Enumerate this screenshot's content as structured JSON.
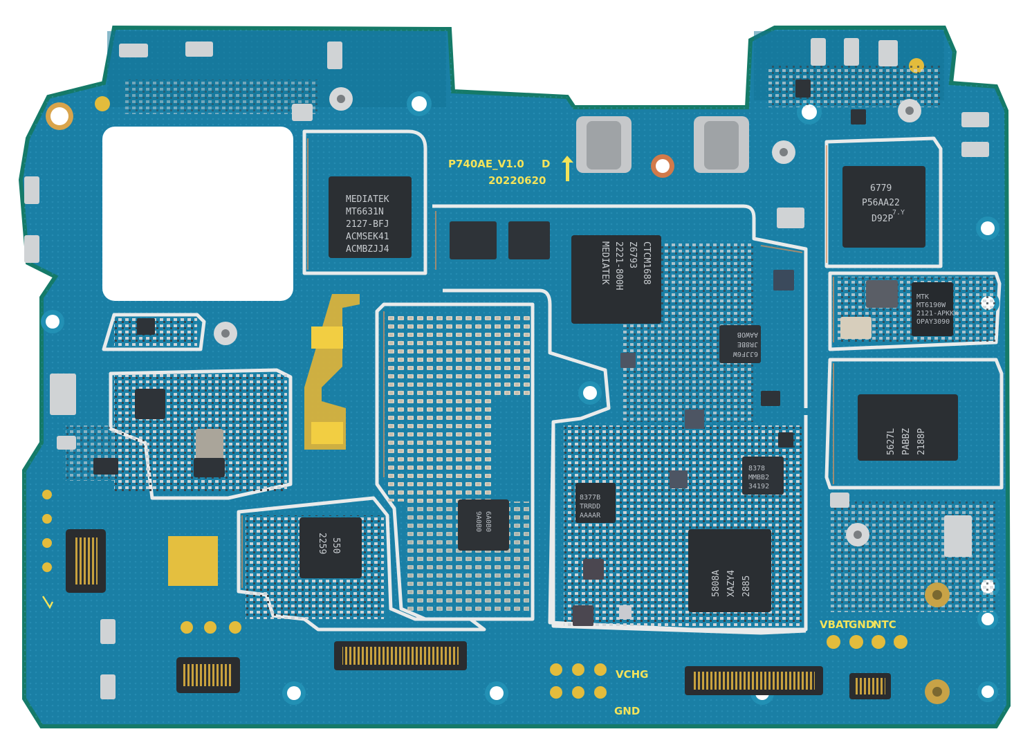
{
  "board": {
    "model_label": "P740AE_V1.0",
    "rev_label": "D",
    "date_label": "20220620",
    "pad_labels": [
      "VBAT",
      "GND",
      "NTC"
    ],
    "charge_labels": [
      "VCHG",
      "GND"
    ]
  },
  "chips": {
    "wifi": [
      "MEDIATEK",
      "MT6631N",
      "2127-BFJ",
      "ACMSEK41",
      "ACMBZJJ4"
    ],
    "soc": [
      "CTCM1688",
      "Z6793",
      "2221-800H",
      "MEDIATEK"
    ],
    "pa": [
      "6779",
      "P56AA22",
      "7.Y",
      "D92P"
    ],
    "mtk_small": [
      "MTK",
      "MT6190W",
      "2121-APKKK",
      "OPAY3090"
    ],
    "flash": [
      "5627L",
      "PABBZ",
      "2188P"
    ],
    "ram": [
      "5808A",
      "XAZY4",
      "2885"
    ],
    "pmic_a": [
      "8377B",
      "TRRDD",
      "AAAAR"
    ],
    "pmic_b": [
      "8378",
      "MMBB2",
      "34192"
    ],
    "mid_a": [
      "6JJF6W",
      "JR8BE",
      "AAWOB"
    ],
    "left_chip": [
      "550",
      "2259"
    ],
    "center_chip": [
      "6A0B0",
      "9A0B0"
    ]
  },
  "colors": {
    "board": "#1b7fa6",
    "board_dark": "#0f5c80",
    "board_edge": "#1a8a73",
    "trace": "#2a95bd",
    "shield": "#e6e8e8",
    "gold": "#e2b93b",
    "chip": "#2c3034",
    "component": "#d9d3c5"
  }
}
